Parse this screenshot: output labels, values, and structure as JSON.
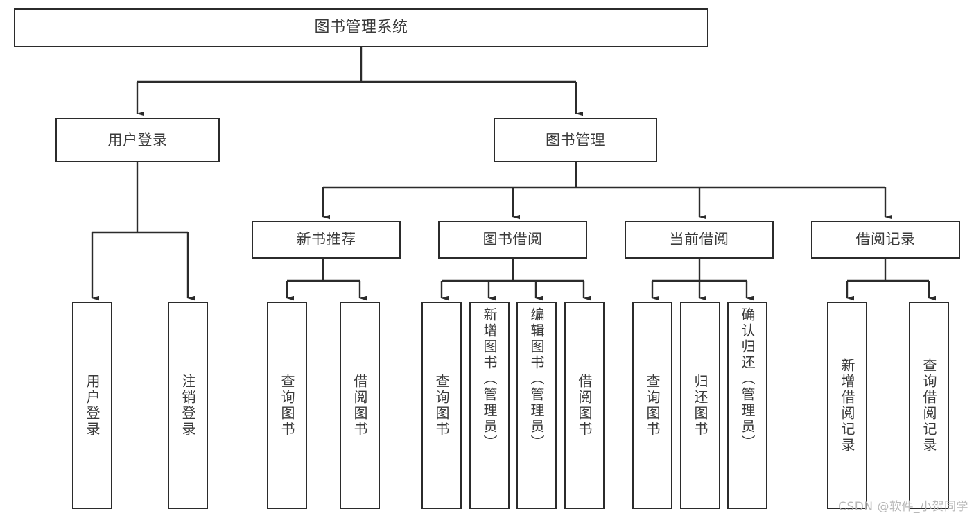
{
  "diagram": {
    "title": "图书管理系统",
    "type": "tree",
    "watermark": "CSDN @软件_小贺同学",
    "colors": {
      "box_border": "#2b2b2b",
      "box_fill": "#ffffff",
      "text": "#3a3a3a",
      "connector": "#2b2b2b",
      "watermark": "#b8b8b8",
      "background": "#ffffff"
    },
    "nodes": {
      "root": {
        "label": "图书管理系统"
      },
      "level1": [
        {
          "id": "user-login",
          "label": "用户登录"
        },
        {
          "id": "book-manage",
          "label": "图书管理"
        }
      ],
      "level2": [
        {
          "id": "new-book-recommend",
          "label": "新书推荐"
        },
        {
          "id": "book-borrow",
          "label": "图书借阅"
        },
        {
          "id": "current-borrow",
          "label": "当前借阅"
        },
        {
          "id": "borrow-record",
          "label": "借阅记录"
        }
      ],
      "leaves": {
        "user-login": [
          {
            "id": "leaf-user-login",
            "label": "用户登录"
          },
          {
            "id": "leaf-user-logout",
            "label": "注销登录"
          }
        ],
        "new-book-recommend": [
          {
            "id": "leaf-query-book-1",
            "label": "查询图书"
          },
          {
            "id": "leaf-borrow-book-1",
            "label": "借阅图书"
          }
        ],
        "book-borrow": [
          {
            "id": "leaf-query-book-2",
            "label": "查询图书"
          },
          {
            "id": "leaf-add-book",
            "label": "新增图书（管理员）"
          },
          {
            "id": "leaf-edit-book",
            "label": "编辑图书（管理员）"
          },
          {
            "id": "leaf-borrow-book-2",
            "label": "借阅图书"
          }
        ],
        "current-borrow": [
          {
            "id": "leaf-query-book-3",
            "label": "查询图书"
          },
          {
            "id": "leaf-return-book",
            "label": "归还图书"
          },
          {
            "id": "leaf-confirm-return",
            "label": "确认归还（管理员）"
          }
        ],
        "borrow-record": [
          {
            "id": "leaf-add-record",
            "label": "新增借阅记录"
          },
          {
            "id": "leaf-query-record",
            "label": "查询借阅记录"
          }
        ]
      }
    }
  }
}
